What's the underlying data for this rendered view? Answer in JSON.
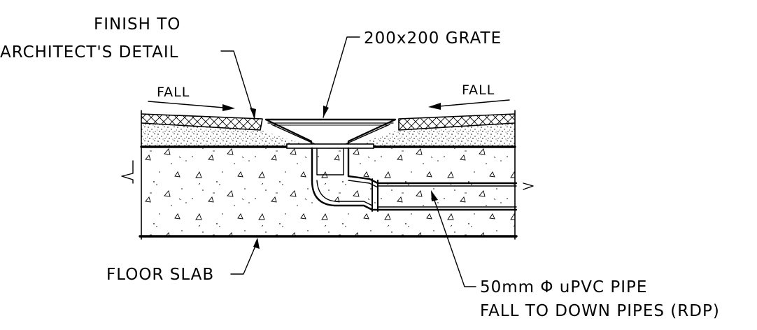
{
  "labels": {
    "finish_line1": "FINISH TO",
    "finish_line2": "ARCHITECT'S DETAIL",
    "grate": "200x200 GRATE",
    "fall_left": "FALL",
    "fall_right": "FALL",
    "floor_slab": "FLOOR SLAB",
    "pipe_line1": "50mm Φ uPVC PIPE",
    "pipe_line2": "FALL TO DOWN PIPES (RDP)"
  },
  "icons": {
    "fall_arrows": "arrow-right-icon / arrow-left-icon",
    "leaders": "leader-arrow-icon"
  }
}
